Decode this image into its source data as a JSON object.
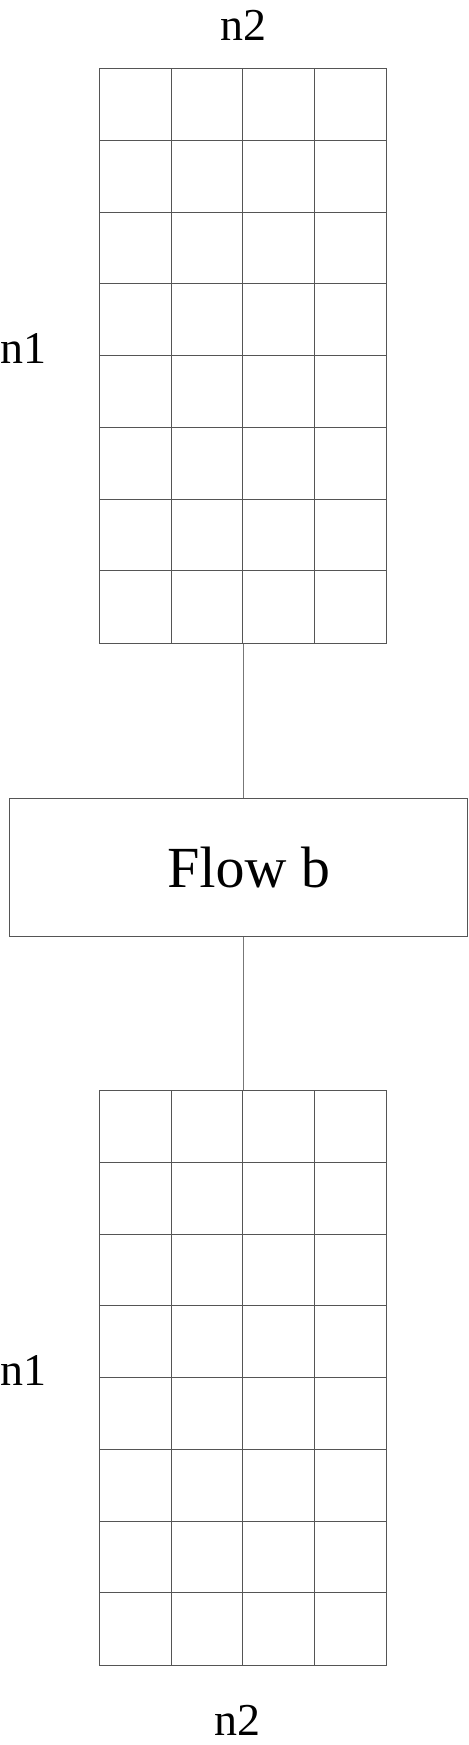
{
  "diagram": {
    "top_block": {
      "column_label": "n2",
      "row_label": "n1",
      "rows": 8,
      "columns": 4
    },
    "flow": {
      "label": "Flow b"
    },
    "bottom_block": {
      "column_label": "n2",
      "row_label": "n1",
      "rows": 8,
      "columns": 4
    },
    "colors": {
      "line": "#555555",
      "connector": "#777777",
      "background": "#ffffff",
      "text": "#000000"
    }
  }
}
